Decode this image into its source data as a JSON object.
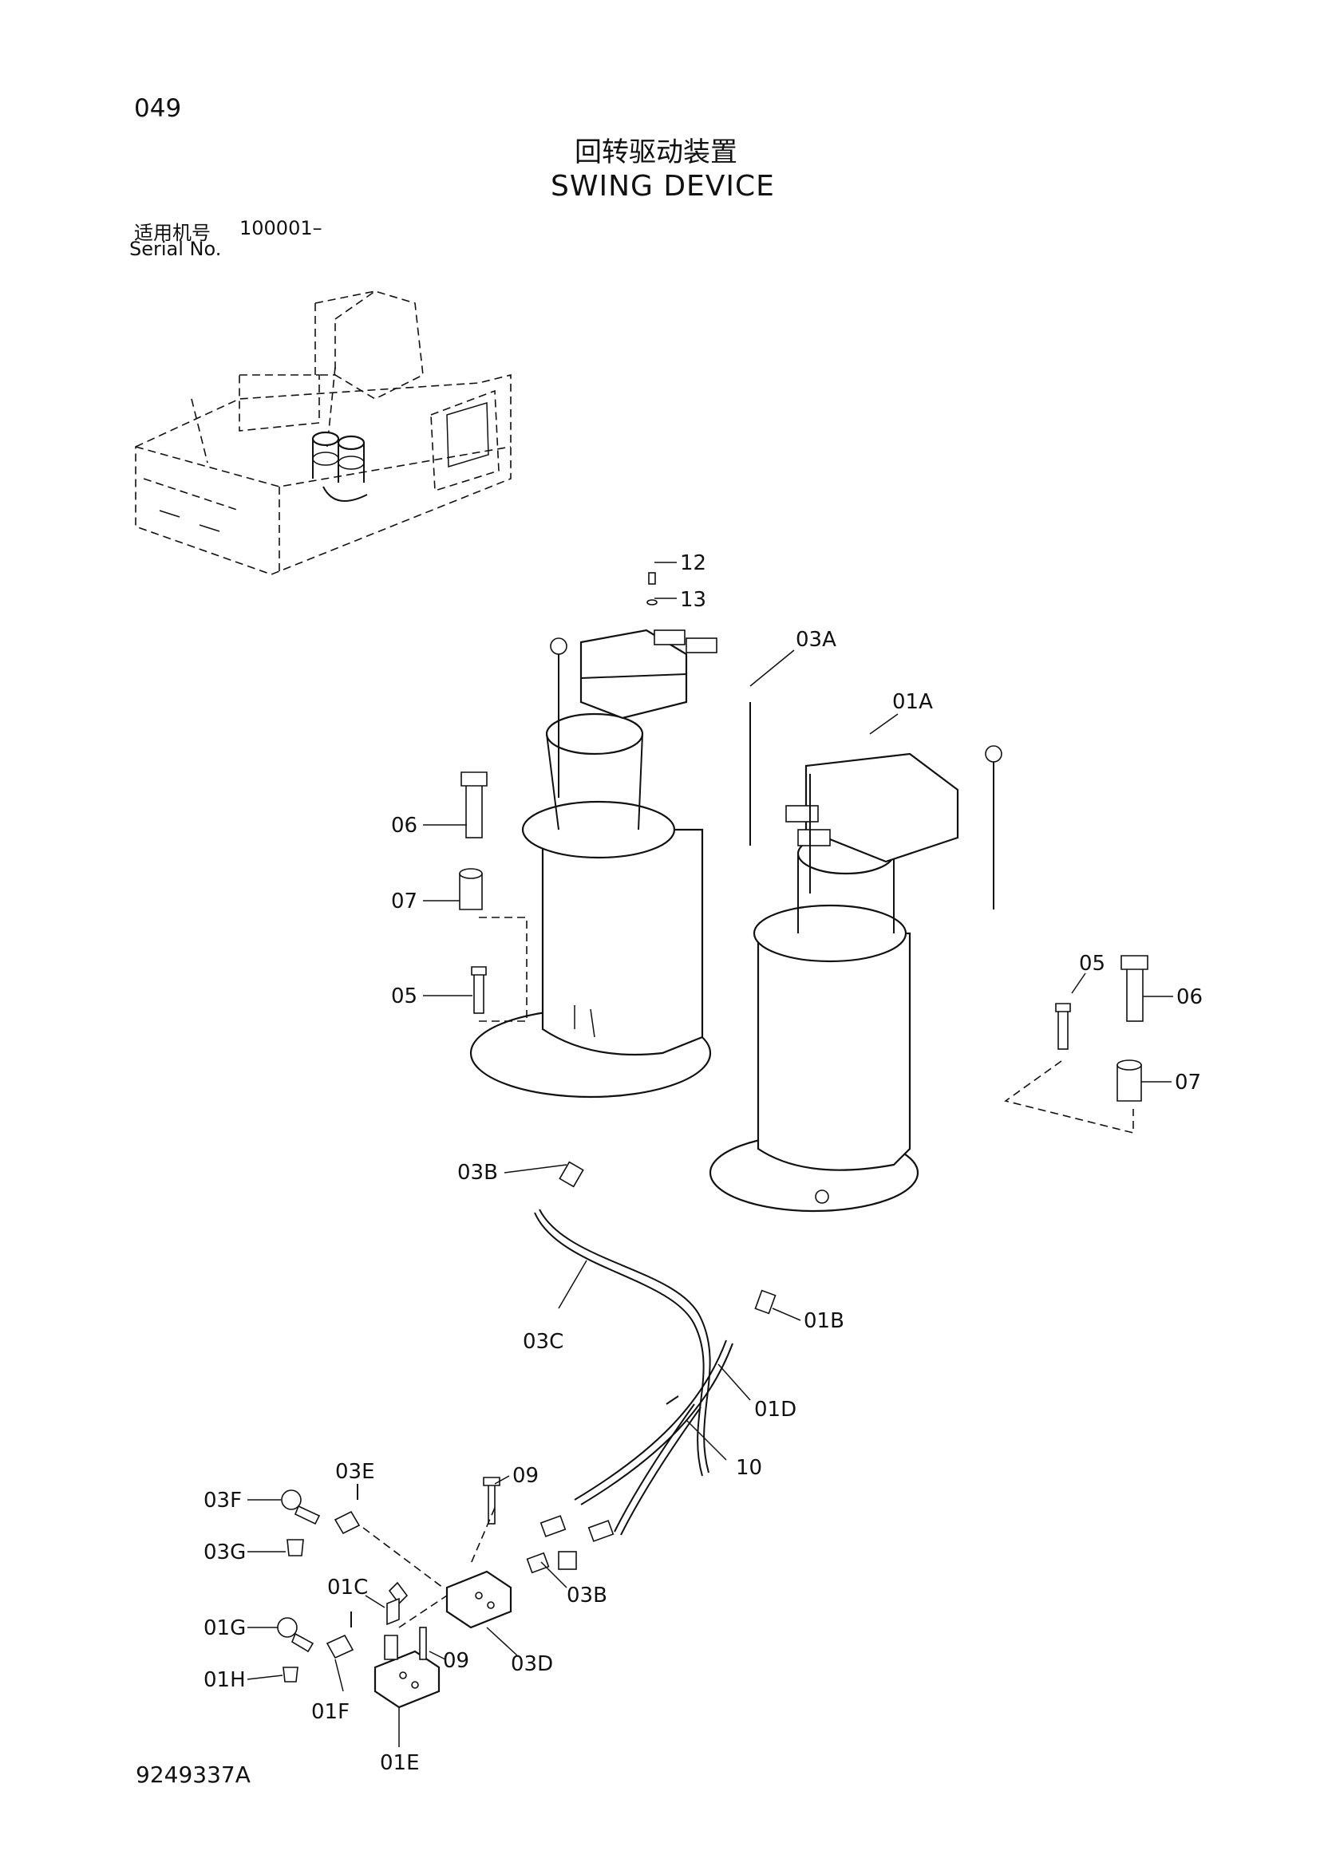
{
  "header": {
    "page_number": "049",
    "title_cn": "回转驱动装置",
    "title_en": "SWING DEVICE",
    "serial_label_cn": "适用机号",
    "serial_label_en": "Serial No.",
    "serial_value": "100001–"
  },
  "footer": {
    "doc_code": "9249337A"
  },
  "callouts": [
    "12",
    "13",
    "03A",
    "01A",
    "06",
    "07",
    "05",
    "05",
    "06",
    "07",
    "03B",
    "01B",
    "03C",
    "01D",
    "10",
    "09",
    "03E",
    "03F",
    "03G",
    "01C",
    "03B",
    "09",
    "03D",
    "01G",
    "01H",
    "01F",
    "01E"
  ]
}
